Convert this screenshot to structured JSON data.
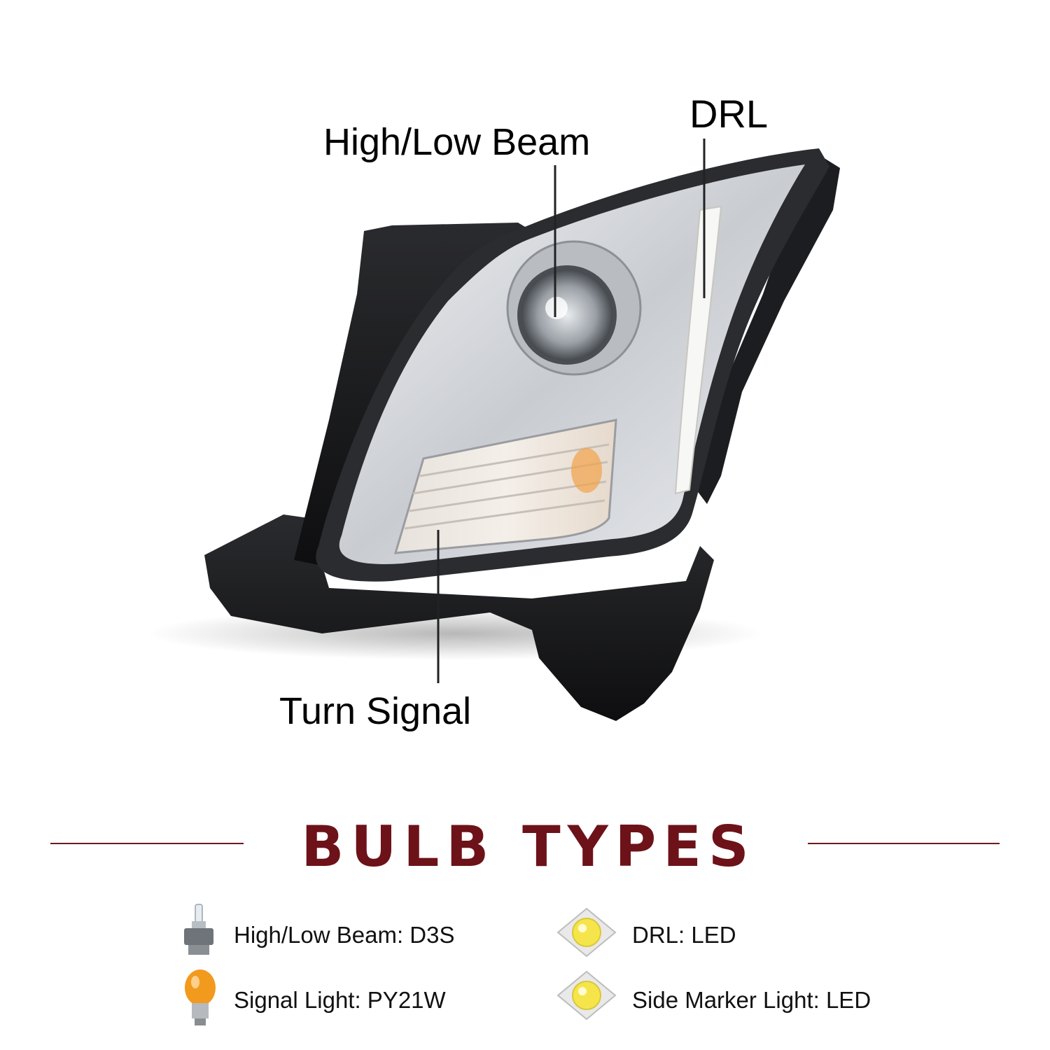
{
  "callouts": {
    "high_low_beam": "High/Low Beam",
    "drl": "DRL",
    "turn_signal": "Turn Signal"
  },
  "section_title": "BULB TYPES",
  "bulbs": [
    {
      "label": "High/Low Beam: D3S",
      "icon": "hid-bulb-icon"
    },
    {
      "label": "DRL: LED",
      "icon": "led-chip-icon"
    },
    {
      "label": "Signal Light: PY21W",
      "icon": "amber-bulb-icon"
    },
    {
      "label": "Side Marker Light: LED",
      "icon": "led-chip-icon"
    }
  ],
  "colors": {
    "accent": "#6d1219",
    "amber": "#f29a1e",
    "led": "#f5e54a"
  }
}
